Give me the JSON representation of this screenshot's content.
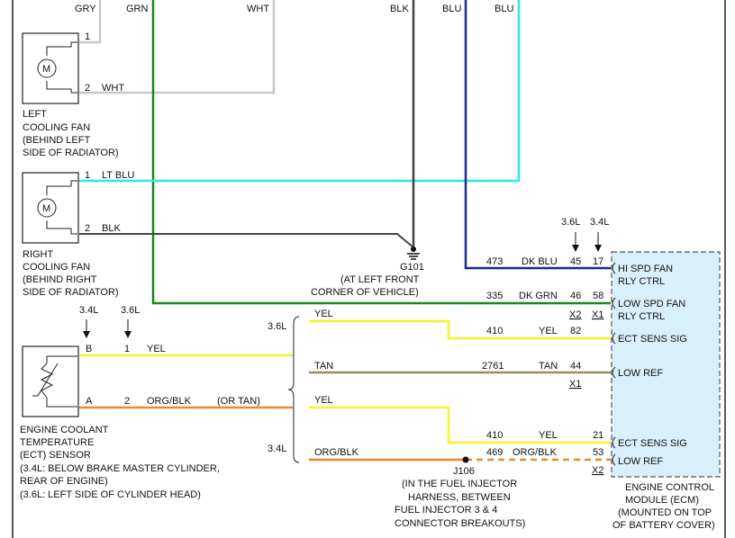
{
  "colors": {
    "grn": "#178a17",
    "dkblu": "#1a2a85",
    "ltblu": "#2ee6f0",
    "gry": "#c8c8c8",
    "blk": "#444444",
    "yel": "#f4f42a",
    "tan": "#a08a60",
    "orgblk": "#e8892e",
    "ecm_fill": "#d8f0fb"
  },
  "top_wires": {
    "gry": "GRY",
    "grn": "GRN",
    "wht": "WHT",
    "blk": "BLK",
    "blu1": "BLU",
    "blu2": "BLU"
  },
  "left_fan": {
    "pin1": "1",
    "pin2": "2",
    "wire2": "WHT",
    "motor": "M",
    "label": [
      "LEFT",
      "COOLING FAN",
      "(BEHIND LEFT",
      "SIDE OF RADIATOR)"
    ]
  },
  "right_fan": {
    "pin1": "1",
    "wire1": "LT BLU",
    "pin2": "2",
    "wire2": "BLK",
    "motor": "M",
    "label": [
      "RIGHT",
      "COOLING FAN",
      "(BEHIND RIGHT",
      "SIDE OF RADIATOR)"
    ]
  },
  "ground": {
    "id": "G101",
    "label": [
      "(AT LEFT FRONT",
      "CORNER OF VEHICLE)"
    ]
  },
  "engine_tags": {
    "e36": "3.6L",
    "e34": "3.4L"
  },
  "ecm_wires": [
    {
      "circuit": "473",
      "color": "DK BLU",
      "pin36": "45",
      "pin34": "17"
    },
    {
      "circuit": "335",
      "color": "DK GRN",
      "pin36": "46",
      "pin34": "58",
      "conn36": "X2",
      "conn34": "X1"
    }
  ],
  "ect_sensor": {
    "pinB": "B",
    "pinB36": "1",
    "wireB": "YEL",
    "pinA": "A",
    "pinA36": "2",
    "wireA": "ORG/BLK",
    "wireA_alt": "(OR TAN)",
    "label": [
      "ENGINE COOLANT",
      "TEMPERATURE",
      "(ECT) SENSOR",
      "(3.4L: BELOW BRAKE MASTER CYLINDER,",
      "REAR OF ENGINE)",
      "(3.6L: LEFT SIDE OF CYLINDER HEAD)"
    ]
  },
  "branch": {
    "e36": "3.6L",
    "e34": "3.4L",
    "yel_a": "YEL",
    "circuit_yel_a": "410",
    "color_yel_a": "YEL",
    "pin_yel_a": "82",
    "tan": "TAN",
    "circuit_tan": "2761",
    "color_tan": "TAN",
    "pin_tan": "44",
    "conn_tan": "X1",
    "yel_b": "YEL",
    "circuit_yel_b": "410",
    "color_yel_b": "YEL",
    "pin_yel_b": "21",
    "org": "ORG/BLK",
    "circuit_org": "469",
    "color_org": "ORG/BLK",
    "pin_org": "53",
    "conn_org": "X2"
  },
  "splice": {
    "id": "J106",
    "label": [
      "(IN THE FUEL INJECTOR",
      "HARNESS, BETWEEN",
      "FUEL INJECTOR 3 & 4",
      "CONNECTOR BREAKOUTS)"
    ]
  },
  "ecm": {
    "pins": [
      "HI SPD FAN",
      "RLY CTRL",
      "LOW SPD FAN",
      "RLY CTRL",
      "ECT SENS SIG",
      "LOW REF",
      "ECT SENS SIG",
      "LOW REF"
    ],
    "label": [
      "ENGINE CONTROL",
      "MODULE (ECM)",
      "(MOUNTED ON TOP",
      "OF BATTERY COVER)"
    ]
  }
}
